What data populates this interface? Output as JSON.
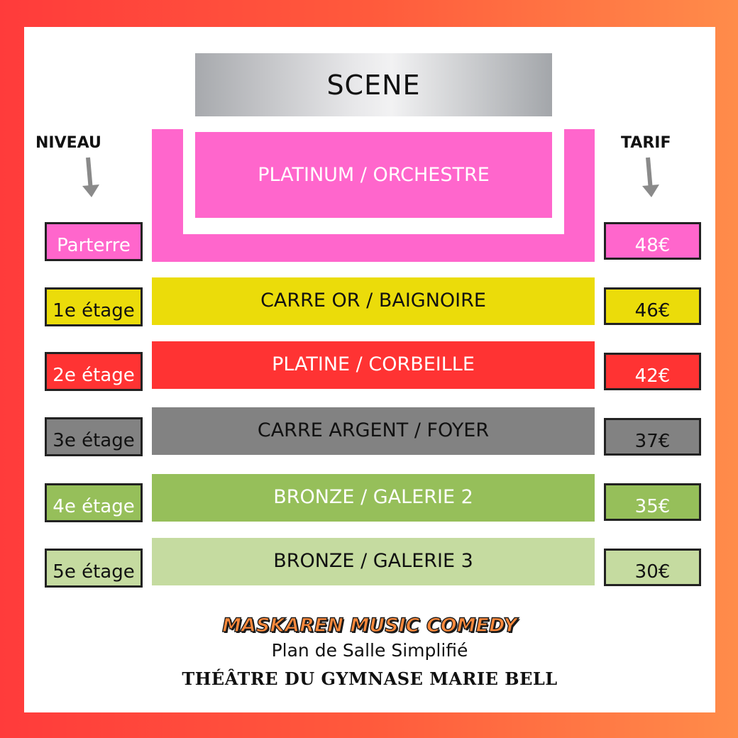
{
  "stage": {
    "label": "SCENE"
  },
  "headers": {
    "level": "NIVEAU",
    "price": "TARIF"
  },
  "sections": [
    {
      "name": "PLATINUM / ORCHESTRE",
      "level": "Parterre",
      "price": "48€",
      "color": "#ff66cc",
      "text_color": "#ffffff"
    },
    {
      "name": "CARRE OR / BAIGNOIRE",
      "level": "1e étage",
      "price": "46€",
      "color": "#ebdc0a",
      "text_color": "#111111"
    },
    {
      "name": "PLATINE / CORBEILLE",
      "level": "2e étage",
      "price": "42€",
      "color": "#ff3333",
      "text_color": "#ffffff"
    },
    {
      "name": "CARRE ARGENT / FOYER",
      "level": "3e étage",
      "price": "37€",
      "color": "#828282",
      "text_color": "#111111"
    },
    {
      "name": "BRONZE / GALERIE 2",
      "level": "4e étage",
      "price": "35€",
      "color": "#96bf5a",
      "text_color": "#ffffff"
    },
    {
      "name": "BRONZE / GALERIE 3",
      "level": "5e étage",
      "price": "30€",
      "color": "#c5dba0",
      "text_color": "#111111"
    }
  ],
  "footer": {
    "brand": "MASKAREN MUSIC COMEDY",
    "subtitle": "Plan de Salle Simplifié",
    "venue": "THÉÂTRE DU GYMNASE MARIE BELL"
  },
  "colors": {
    "arrow": "#8a8a8a",
    "background_left": "#ff3b3b",
    "background_right": "#ff8c4a"
  }
}
